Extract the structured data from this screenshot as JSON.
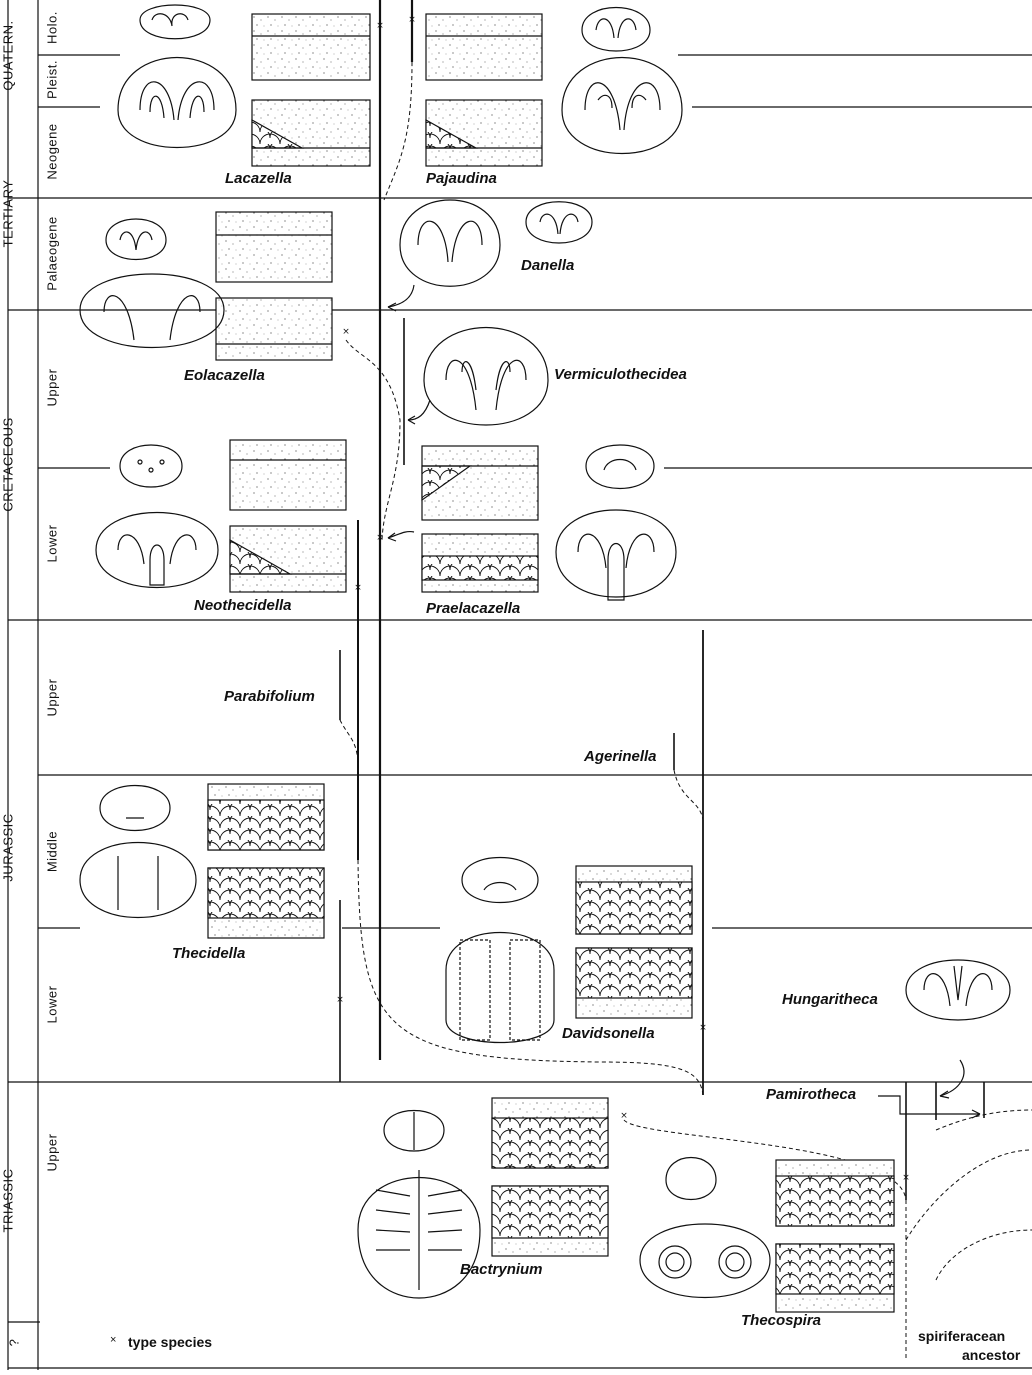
{
  "stratigraphy": {
    "systems": [
      "QUATERN.",
      "TERTIARY",
      "CRETACEOUS",
      "JURASSIC",
      "TRIASSIC",
      "?"
    ],
    "series": [
      "Holo.",
      "Pleist.",
      "Neogene",
      "Palaeogene",
      "Upper",
      "Lower",
      "Upper",
      "Middle",
      "Lower",
      "Upper"
    ]
  },
  "genera": [
    "Lacazella",
    "Pajaudina",
    "Danella",
    "Eolacazella",
    "Vermiculothecidea",
    "Neothecidella",
    "Praelacazella",
    "Parabifolium",
    "Agerinella",
    "Thecidella",
    "Hungaritheca",
    "Davidsonella",
    "Pamirotheca",
    "Bactrynium",
    "Thecospira"
  ],
  "legend": {
    "marker": "×",
    "type_species": "type species",
    "ancestor_line1": "spiriferacean",
    "ancestor_line2": "ancestor"
  }
}
